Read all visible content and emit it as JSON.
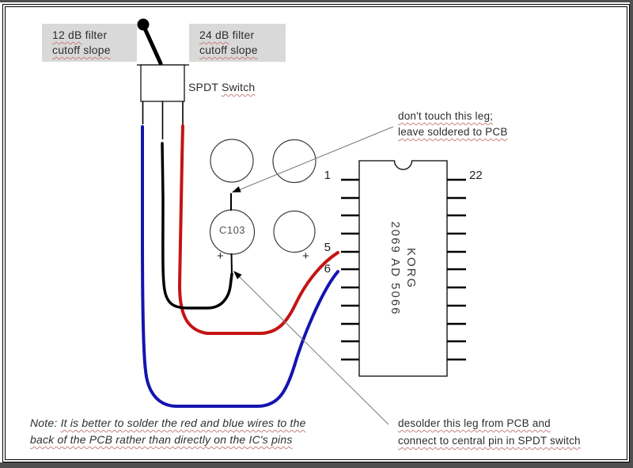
{
  "switch": {
    "left_box": {
      "line1_word": "12 dB",
      "line1_rest": " filter",
      "line2": "cutoff slope"
    },
    "right_box": {
      "line1_word": "24 dB",
      "line1_rest": " filter",
      "line2": "cutoff slope"
    },
    "label_plain": "SPDT ",
    "label_wavy": "Switch"
  },
  "capacitor": {
    "label": "C103",
    "plus_left": "+",
    "plus_right": "+"
  },
  "ic": {
    "pin1_label": "1",
    "pin22_label": "22",
    "pin5_label": "5",
    "pin6_label": "6",
    "name_line1": "KORG",
    "name_line2": "2069 AD 5066"
  },
  "annotations": {
    "dont_touch": {
      "line1": "don't touch this leg;",
      "line2": "leave soldered to PCB"
    },
    "desolder": {
      "line1": "desolder this leg from PCB and",
      "line2": "connect to central pin in SPDT switch"
    },
    "note": {
      "prefix": "Note: ",
      "line1_rest": "It is better to solder the red and blue wires to the",
      "line2": "back of the PCB rather than directly on the IC's pins"
    }
  },
  "colors": {
    "wire_red": "#c41414",
    "wire_blue": "#1414b0",
    "wire_black": "#000000",
    "box_gray": "#d9d9d9",
    "squiggle": "#c87f7f",
    "leader_gray": "#7a7a7a",
    "frame_dark": "#4f4f4f"
  }
}
